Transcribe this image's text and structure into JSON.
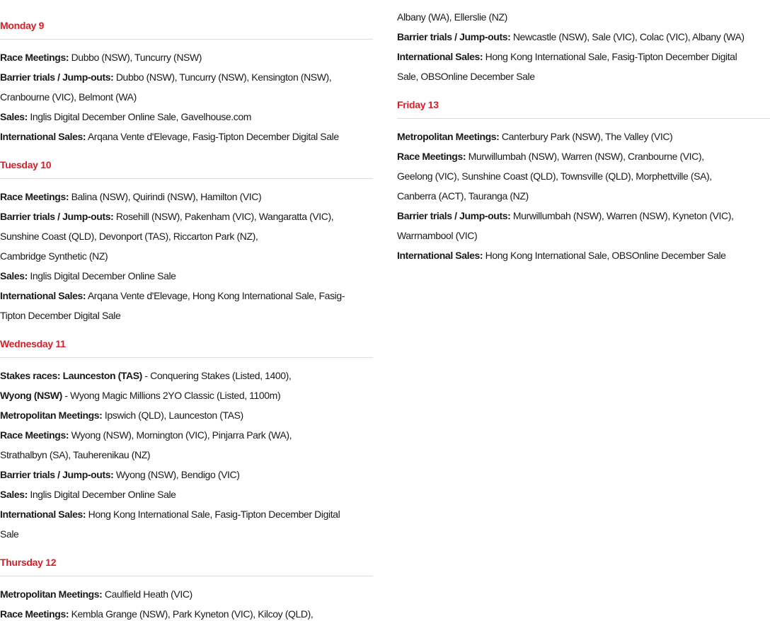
{
  "left": {
    "monday": {
      "heading": "Monday 9",
      "race_meetings": {
        "label": "Race Meetings:",
        "value": " Dubbo (NSW), Tuncurry (NSW)"
      },
      "barrier_trials": {
        "label": "Barrier trials / Jump-outs:",
        "value_line1": " Dubbo (NSW), Tuncurry (NSW), Kensington (NSW),",
        "value_line2": "Cranbourne (VIC), Belmont (WA)"
      },
      "sales": {
        "label": "Sales:",
        "value": " Inglis Digital December Online Sale, Gavelhouse.com"
      },
      "international_sales": {
        "label": "International Sales:",
        "value": " Arqana Vente d'Elevage, Fasig-Tipton December Digital Sale"
      }
    },
    "tuesday": {
      "heading": "Tuesday 10",
      "race_meetings": {
        "label": "Race Meetings:",
        "value": " Balina (NSW), Quirindi (NSW), Hamilton (VIC)"
      },
      "barrier_trials": {
        "label": "Barrier trials / Jump-outs:",
        "value_line1": " Rosehill (NSW), Pakenham (VIC), Wangaratta (VIC),",
        "value_line2": "Sunshine Coast (QLD), Devonport (TAS), Riccarton Park (NZ),",
        "value_line3": "Cambridge Synthetic (NZ)"
      },
      "sales": {
        "label": "Sales:",
        "value": " Inglis Digital December Online Sale"
      },
      "international_sales": {
        "label": "International Sales:",
        "value_line1": " Arqana Vente d'Elevage, Hong Kong International Sale, Fasig-",
        "value_line2": "Tipton December Digital Sale"
      }
    },
    "wednesday": {
      "heading": "Wednesday 11",
      "stakes": {
        "label": "Stakes races: Launceston (TAS)",
        "value": " - Conquering Stakes (Listed, 1400),",
        "label2": "Wyong (NSW)",
        "value2": " - Wyong Magic Millions 2YO Classic (Listed, 1100m)"
      },
      "metro_meetings": {
        "label": "Metropolitan Meetings:",
        "value": " Ipswich (QLD), Launceston (TAS)"
      },
      "race_meetings": {
        "label": "Race Meetings:",
        "value_line1": " Wyong (NSW), Mornington (VIC), Pinjarra Park (WA),",
        "value_line2": "Strathalbyn (SA), Tauherenikau (NZ)"
      },
      "barrier_trials": {
        "label": "Barrier trials / Jump-outs:",
        "value": " Wyong (NSW), Bendigo (VIC)"
      },
      "sales": {
        "label": "Sales:",
        "value": " Inglis Digital December Online Sale"
      },
      "international_sales": {
        "label": "International Sales:",
        "value_line1": " Hong Kong International Sale, Fasig-Tipton December Digital",
        "value_line2": "Sale"
      }
    },
    "thursday": {
      "heading": "Thursday 12",
      "metro_meetings": {
        "label": "Metropolitan Meetings:",
        "value": " Caulfield Heath (VIC)"
      },
      "race_meetings": {
        "label": "Race Meetings:",
        "value": " Kembla Grange (NSW), Park Kyneton (VIC), Kilcoy (QLD),"
      }
    }
  },
  "right": {
    "thursday_cont": {
      "race_meetings_cont": "Albany (WA), Ellerslie (NZ)",
      "barrier_trials": {
        "label": "Barrier trials / Jump-outs:",
        "value": " Newcastle (NSW), Sale (VIC), Colac (VIC), Albany (WA)"
      },
      "international_sales": {
        "label": "International Sales:",
        "value_line1": " Hong Kong International Sale, Fasig-Tipton December Digital",
        "value_line2": "Sale, OBSOnline December Sale"
      }
    },
    "friday": {
      "heading": "Friday 13",
      "metro_meetings": {
        "label": "Metropolitan Meetings:",
        "value": " Canterbury Park (NSW), The Valley (VIC)"
      },
      "race_meetings": {
        "label": "Race Meetings:",
        "value_line1": " Murwillumbah (NSW), Warren (NSW), Cranbourne (VIC),",
        "value_line2": "Geelong (VIC), Sunshine Coast (QLD), Townsville (QLD), Morphettville (SA),",
        "value_line3": "Canberra (ACT), Tauranga (NZ)"
      },
      "barrier_trials": {
        "label": "Barrier trials / Jump-outs:",
        "value_line1": " Murwillumbah (NSW), Warren (NSW), Kyneton (VIC),",
        "value_line2": "Warrnambool (VIC)"
      },
      "international_sales": {
        "label": "International Sales:",
        "value": " Hong Kong International Sale, OBSOnline December Sale"
      }
    }
  },
  "colors": {
    "heading": "#d4202a",
    "rule": "#dcdcdc",
    "text": "#1a1a1a"
  }
}
